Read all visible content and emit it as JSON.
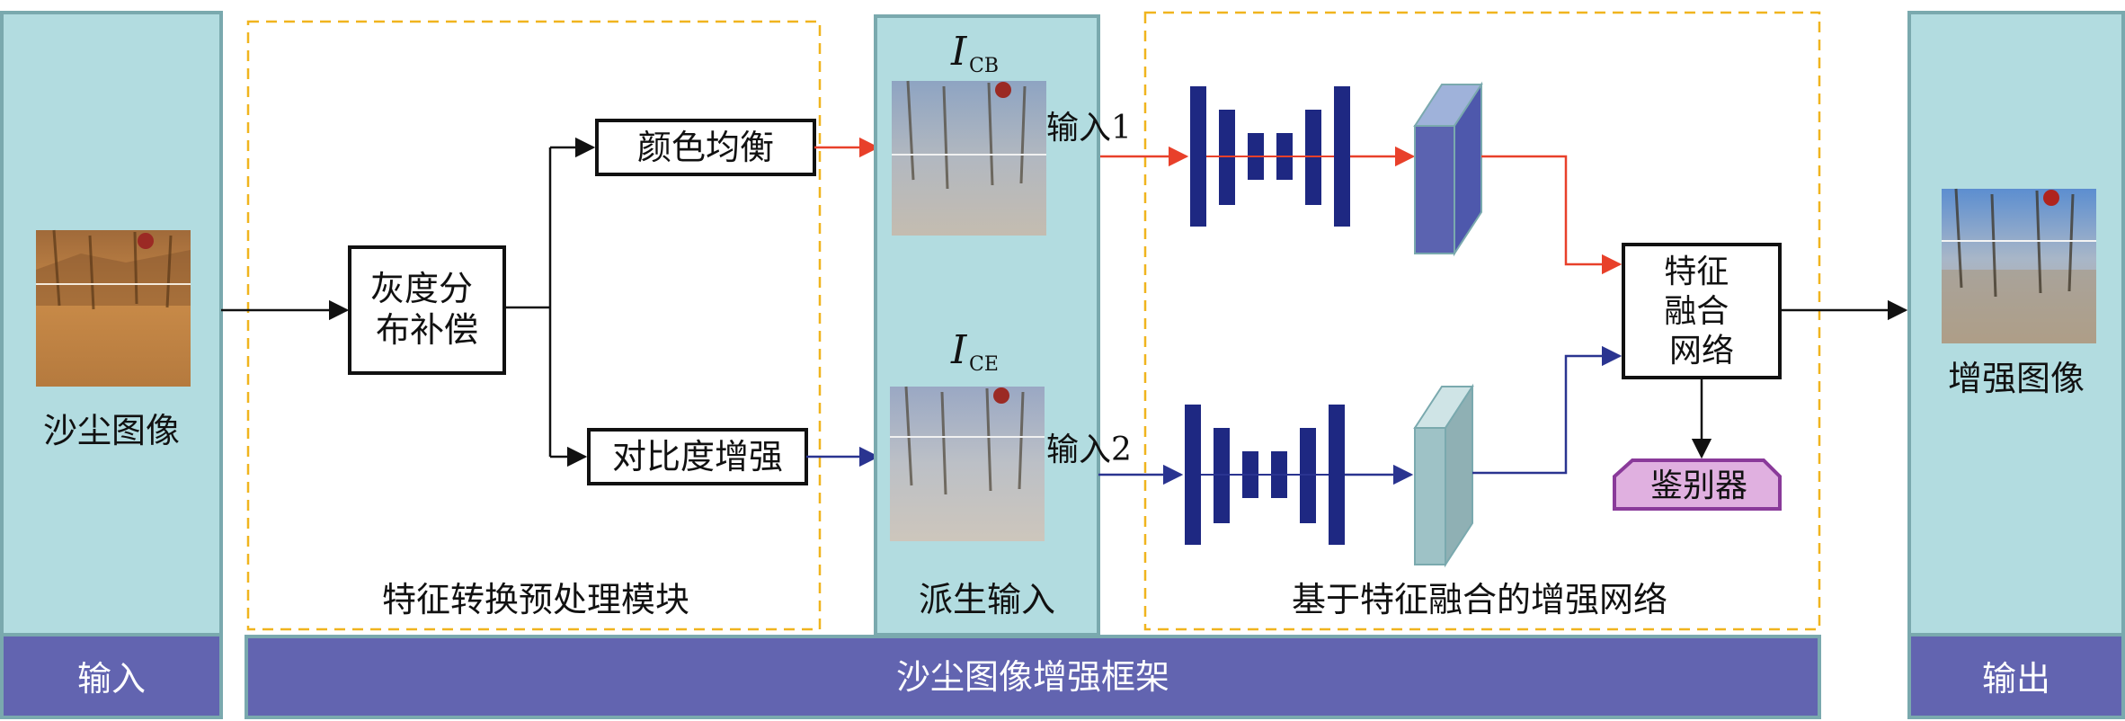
{
  "colors": {
    "panel": "#b2dce0",
    "panel_border": "#7aa9ae",
    "bar": "#6264b0",
    "dashed": "#f0b41e",
    "encoder": "#1e2882",
    "red_arrow": "#e8402a",
    "blue_arrow": "#2a3490",
    "discriminator": "#e0b0e0",
    "discriminator_border": "#8a3a9a"
  },
  "input_panel": {
    "image_label": "沙尘图像",
    "bar_label": "输入"
  },
  "preprocess": {
    "module_label": "特征转换预处理模块",
    "gray_box": "灰度分布补偿",
    "color_box": "颜色均衡",
    "contrast_box": "对比度增强"
  },
  "derived": {
    "label": "派生输入",
    "cb_symbol": "I",
    "cb_sub": "CB",
    "ce_symbol": "I",
    "ce_sub": "CE"
  },
  "network": {
    "label": "基于特征融合的增强网络",
    "input1": "输入1",
    "input2": "输入2",
    "fusion_box": "特征融合网络",
    "discriminator": "鉴别器"
  },
  "framework_bar": "沙尘图像增强框架",
  "output_panel": {
    "image_label": "增强图像",
    "bar_label": "输出"
  }
}
